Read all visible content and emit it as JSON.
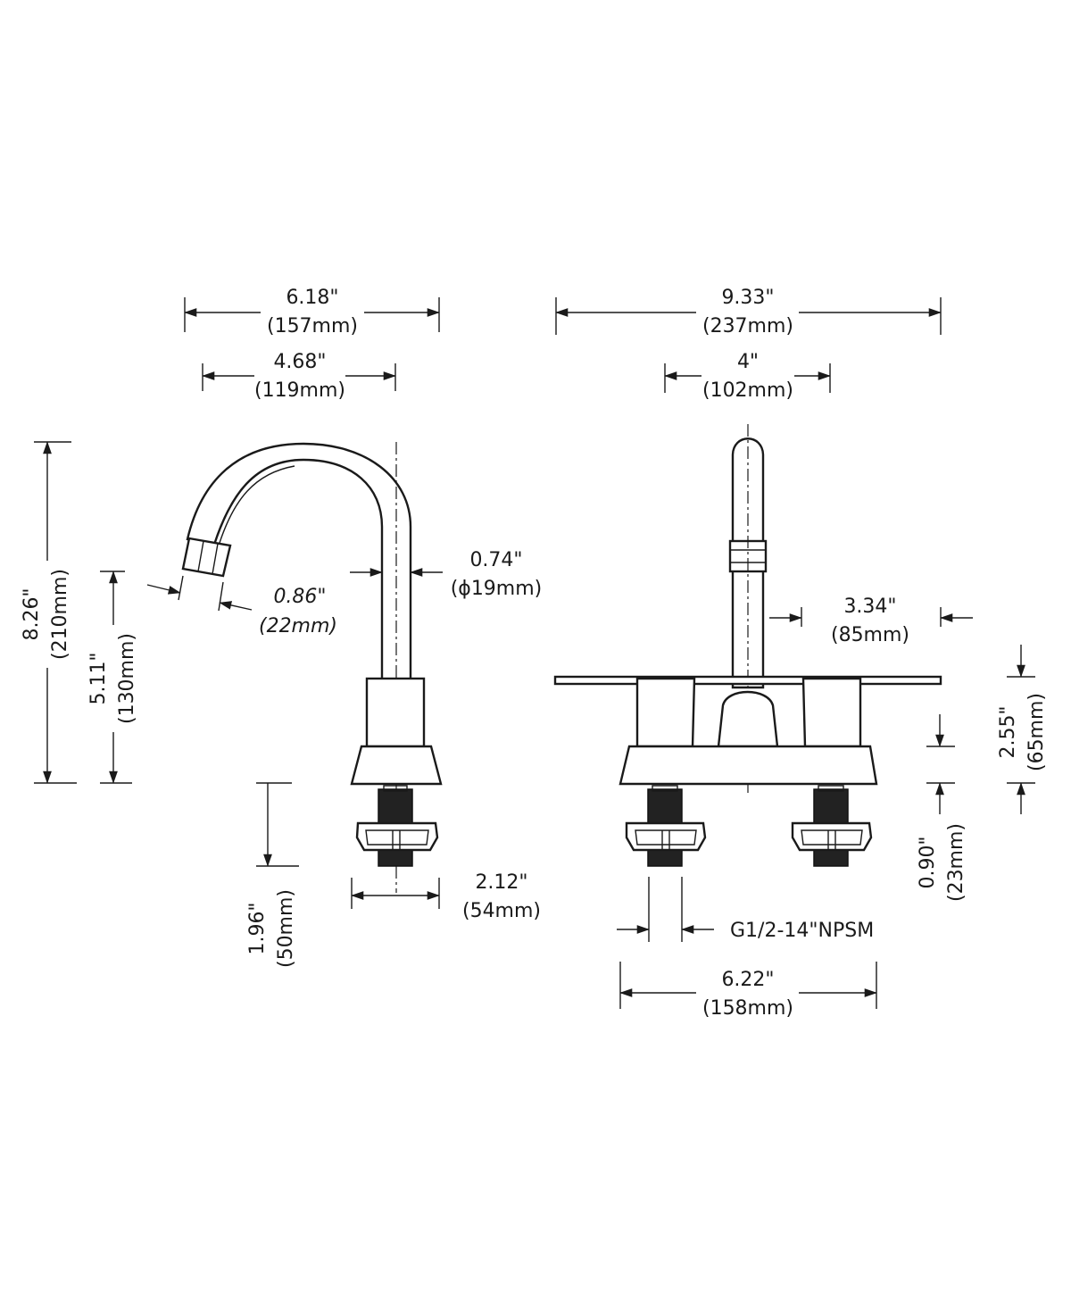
{
  "dimensions": {
    "side_width": {
      "inch": "6.18\"",
      "mm": "(157mm)"
    },
    "side_reach": {
      "inch": "4.68\"",
      "mm": "(119mm)"
    },
    "front_width": {
      "inch": "9.33\"",
      "mm": "(237mm)"
    },
    "front_spread": {
      "inch": "4\"",
      "mm": "(102mm)"
    },
    "total_height": {
      "inch": "8.26\"",
      "mm": "(210mm)"
    },
    "spout_height": {
      "inch": "5.11\"",
      "mm": "(130mm)"
    },
    "spout_diameter": {
      "inch": "0.74\"",
      "mm": "(ϕ19mm)"
    },
    "aerator": {
      "inch": "0.86\"",
      "mm": "(22mm)"
    },
    "handle_reach": {
      "inch": "3.34\"",
      "mm": "(85mm)"
    },
    "handle_height": {
      "inch": "2.55\"",
      "mm": "(65mm)"
    },
    "base_height": {
      "inch": "0.90\"",
      "mm": "(23mm)"
    },
    "shank_length": {
      "inch": "1.96\"",
      "mm": "(50mm)"
    },
    "base_depth": {
      "inch": "2.12\"",
      "mm": "(54mm)"
    },
    "base_width": {
      "inch": "6.22\"",
      "mm": "(158mm)"
    },
    "thread": {
      "text": "G1/2-14\"NPSM"
    }
  },
  "colors": {
    "line": "#1a1a1a",
    "shank": "#222222",
    "background": "#ffffff"
  }
}
